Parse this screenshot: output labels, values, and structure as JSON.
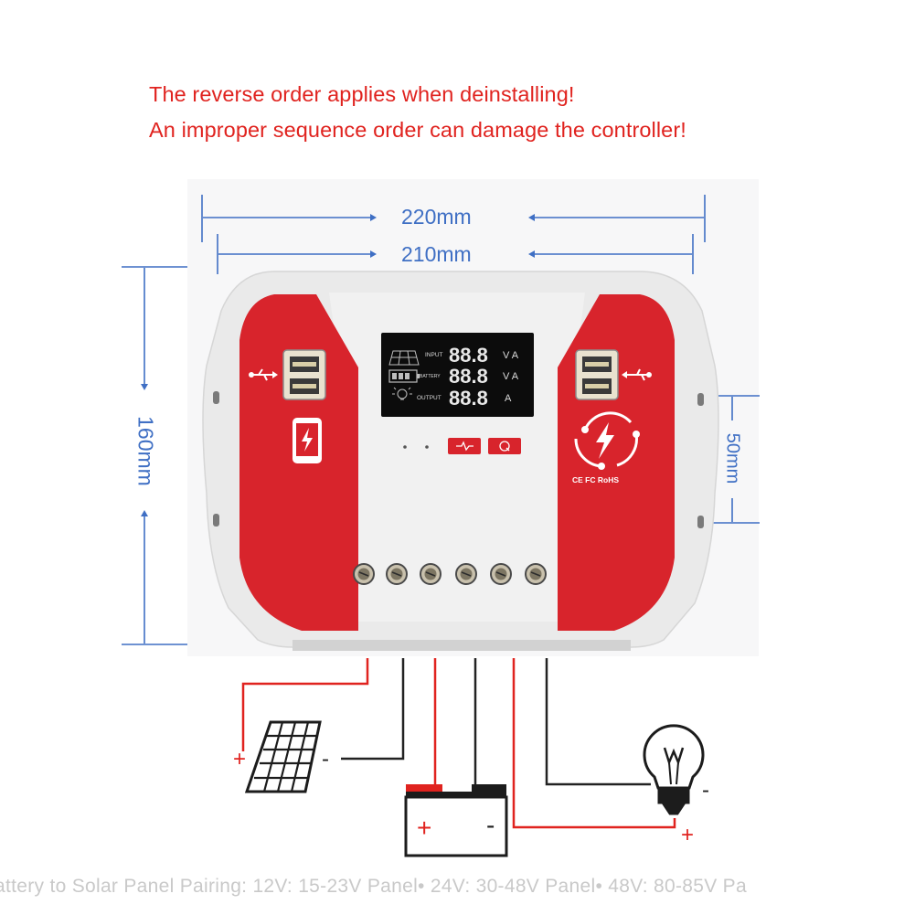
{
  "warnings": {
    "line1": "The reverse order applies when deinstalling!",
    "line2": "An improper sequence order can damage the controller!"
  },
  "dimensions": {
    "outer_width": "220mm",
    "inner_width": "210mm",
    "height": "160mm",
    "mount_spacing": "50mm"
  },
  "display": {
    "rows": [
      {
        "label": "INPUT",
        "digits": "88.8",
        "unit": "V A"
      },
      {
        "label": "BATTERY",
        "digits": "88.8",
        "unit": "V A"
      },
      {
        "label": "OUTPUT",
        "digits": "88.8",
        "unit": "A"
      }
    ]
  },
  "certifications": "CE FC RoHS",
  "wiring": {
    "solar_plus": "+",
    "solar_minus": "-",
    "battery_plus": "+",
    "battery_minus": "-",
    "load_plus": "+",
    "load_minus": "-"
  },
  "colors": {
    "accent_red": "#d8242c",
    "dimension_blue": "#3f6fc4",
    "warning_red": "#e0231f",
    "case_gray": "#ececec"
  },
  "caption": "attery to Solar Panel Pairing: 12V: 15-23V Panel• 24V: 30-48V Panel• 48V: 80-85V Pa"
}
